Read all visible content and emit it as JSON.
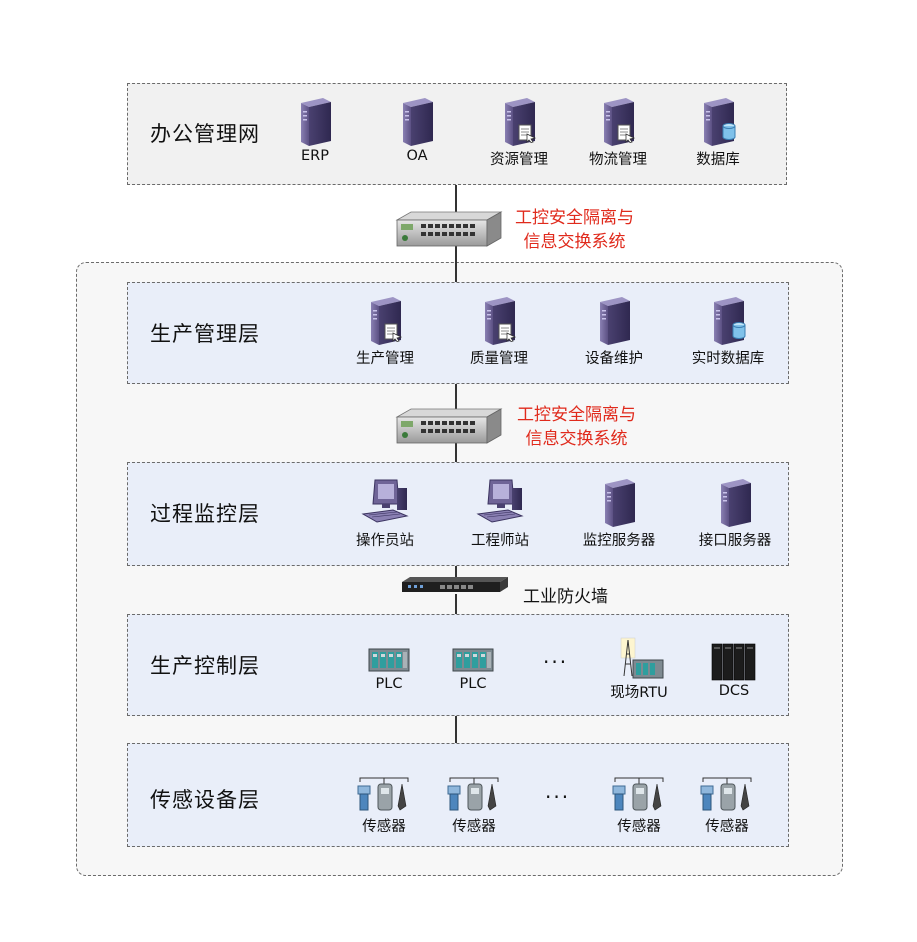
{
  "layers": {
    "office": {
      "title": "办公管理网",
      "devices": [
        {
          "label": "ERP",
          "icon": "server-icon"
        },
        {
          "label": "OA",
          "icon": "server-icon"
        },
        {
          "label": "资源管理",
          "icon": "server-document-icon"
        },
        {
          "label": "物流管理",
          "icon": "server-document-icon"
        },
        {
          "label": "数据库",
          "icon": "database-server-icon"
        }
      ]
    },
    "production_mgmt": {
      "title": "生产管理层",
      "devices": [
        {
          "label": "生产管理",
          "icon": "server-document-icon"
        },
        {
          "label": "质量管理",
          "icon": "server-document-icon"
        },
        {
          "label": "设备维护",
          "icon": "server-icon"
        },
        {
          "label": "实时数据库",
          "icon": "database-server-icon"
        }
      ]
    },
    "process_monitor": {
      "title": "过程监控层",
      "devices": [
        {
          "label": "操作员站",
          "icon": "workstation-icon"
        },
        {
          "label": "工程师站",
          "icon": "workstation-icon"
        },
        {
          "label": "监控服务器",
          "icon": "server-icon"
        },
        {
          "label": "接口服务器",
          "icon": "server-icon"
        }
      ]
    },
    "production_control": {
      "title": "生产控制层",
      "devices": [
        {
          "label": "PLC",
          "icon": "plc-icon"
        },
        {
          "label": "PLC",
          "icon": "plc-icon"
        },
        {
          "label": "现场RTU",
          "icon": "rtu-icon"
        },
        {
          "label": "DCS",
          "icon": "dcs-cabinet-icon"
        }
      ],
      "ellipsis": "···"
    },
    "sensing": {
      "title": "传感设备层",
      "devices": [
        {
          "label": "传感器",
          "icon": "sensor-icon"
        },
        {
          "label": "传感器",
          "icon": "sensor-icon"
        },
        {
          "label": "传感器",
          "icon": "sensor-icon"
        },
        {
          "label": "传感器",
          "icon": "sensor-icon"
        }
      ],
      "ellipsis": "···"
    }
  },
  "gateways": {
    "isolation_1": {
      "line1": "工控安全隔离与",
      "line2": "信息交换系统"
    },
    "isolation_2": {
      "line1": "工控安全隔离与",
      "line2": "信息交换系统"
    },
    "firewall": {
      "label": "工业防火墙"
    }
  },
  "colors": {
    "gateway_label": "#e02a1c",
    "server_purple": "#6f6497",
    "layer_blue_bg": "#e9eef9",
    "office_bg": "#f1f1f1"
  }
}
